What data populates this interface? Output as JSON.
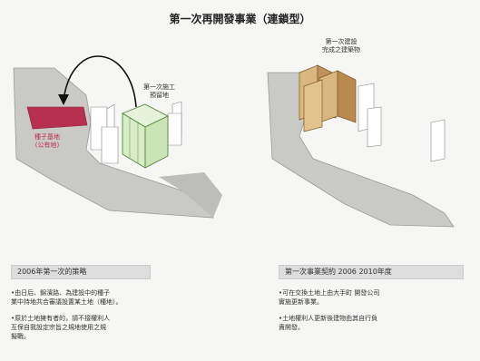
{
  "title": "第一次再開發事業（連鎖型）",
  "left_diagram": {
    "label_building": "第一次施工\n預留地",
    "label_red": "種子基地\n(公有地)"
  },
  "right_diagram": {
    "label_building": "第一次建設\n完成之建築物"
  },
  "left_section": {
    "header": "2006年第一次的策略",
    "bullets": [
      "由日后、錦濱路、為建設中的種子\n業中持地共合審議設置某土地（種地）。",
      "原於土地擁有者的，請不接權利人\n互保自我設定宗旨之規地使用之規\n擬戰。"
    ]
  },
  "right_section": {
    "header": "第一次事業契約 2006  2010年度",
    "bullets": [
      "可在交換土地上由大手町 開發公司\n實施更新事業。",
      "土地權利人更新後建物由其自行負\n責開發。"
    ]
  },
  "colors": {
    "ground": "#c9c9c6",
    "ground_dark": "#9a9a97",
    "green": "#d8ecc8",
    "green_edge": "#4f8a3a",
    "red": "#b8304f",
    "tan": "#c9a46a",
    "white_block": "#ffffff"
  }
}
